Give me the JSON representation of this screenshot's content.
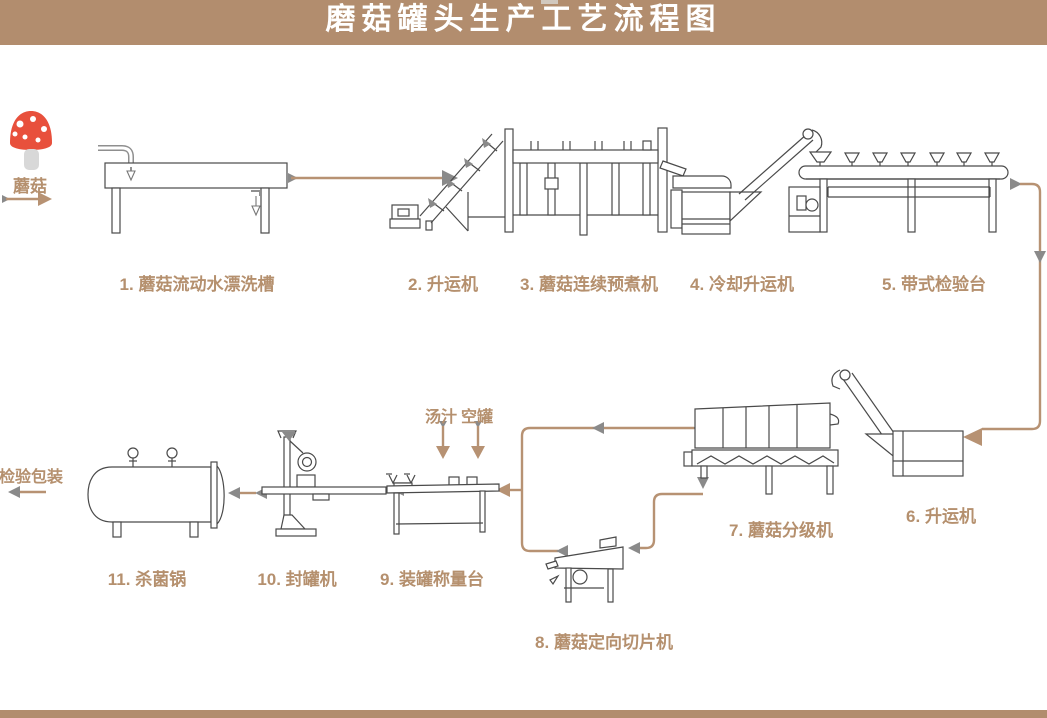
{
  "title": "磨菇罐头生产工艺流程图",
  "input": {
    "label": "蘑菇"
  },
  "output": {
    "label": "检验包装"
  },
  "annotations": {
    "soup": "汤汁",
    "empty_can": "空罐"
  },
  "steps": [
    {
      "label": "1. 蘑菇流动水漂洗槽"
    },
    {
      "label": "2. 升运机"
    },
    {
      "label": "3. 蘑菇连续预煮机"
    },
    {
      "label": "4. 冷却升运机"
    },
    {
      "label": "5. 带式检验台"
    },
    {
      "label": "6. 升运机"
    },
    {
      "label": "7. 蘑菇分级机"
    },
    {
      "label": "8. 蘑菇定向切片机"
    },
    {
      "label": "9. 装罐称量台"
    },
    {
      "label": "10. 封罐机"
    },
    {
      "label": "11. 杀菌锅"
    }
  ],
  "colors": {
    "banner": "#b28d6e",
    "label_text": "#b5906e",
    "flow_line": "#b79273",
    "arrow_gray": "#8a8a8a",
    "machine_stroke": "#4a4a4a",
    "mushroom_red": "#e8503c"
  }
}
